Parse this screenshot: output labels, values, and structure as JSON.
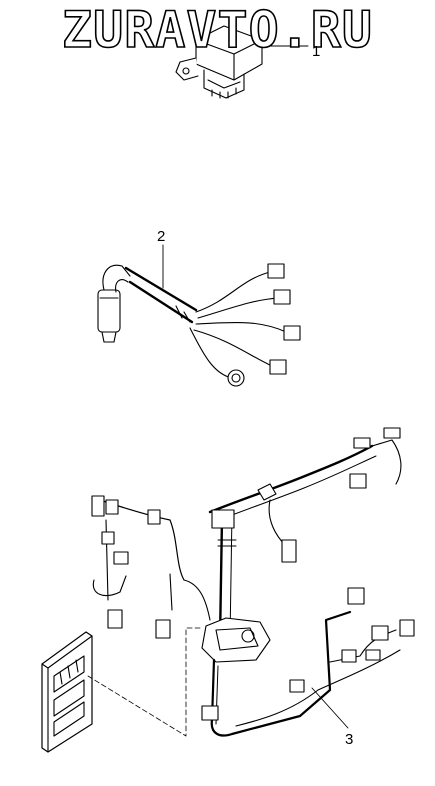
{
  "watermark": "ZURAVTO.RU",
  "callouts": [
    "1",
    "2",
    "3"
  ],
  "components": [
    {
      "callout": "1",
      "name": "relay-module",
      "icon": "relay-icon"
    },
    {
      "callout": "2",
      "name": "sensor-harness",
      "icon": "harness-icon"
    },
    {
      "callout": "3",
      "name": "engine-harness-with-ecu",
      "icon": "harness-icon"
    }
  ],
  "colors": {
    "ink": "#000000",
    "paper": "#ffffff"
  }
}
